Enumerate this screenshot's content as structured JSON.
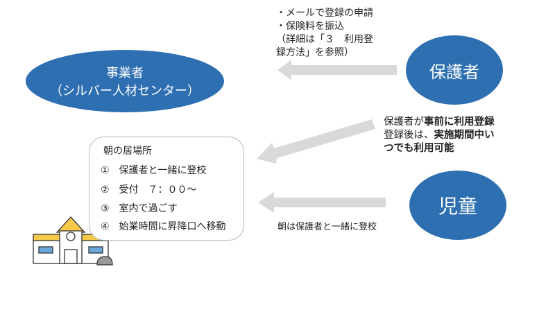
{
  "operator": {
    "line1": "事業者",
    "line2": "（シルバー人材センター）"
  },
  "guardian": {
    "label": "保護者"
  },
  "child": {
    "label": "児童"
  },
  "guardian_to_operator": {
    "lines": [
      "・メールで登録の申請",
      "・保険料を振込",
      "（詳細は「３　利用登",
      "録方法」を参照）"
    ]
  },
  "guardian_to_place": {
    "l1a": "保護者が",
    "l1b": "事前に利用登録",
    "l2a": "登録後は、",
    "l2b": "実施期間中い",
    "l3": "つでも利用可能"
  },
  "child_to_place": {
    "label": "朝は保護者と一緒に登校"
  },
  "morning_place": {
    "title": "朝の居場所",
    "items": [
      "①　保護者と一緒に登校",
      "②　受付　７：００～",
      "③　室内で過ごす",
      "④　始業時間に昇降口へ移動"
    ]
  },
  "colors": {
    "ellipse": "#2e6fb2",
    "arrow": "#d9d9d9"
  }
}
